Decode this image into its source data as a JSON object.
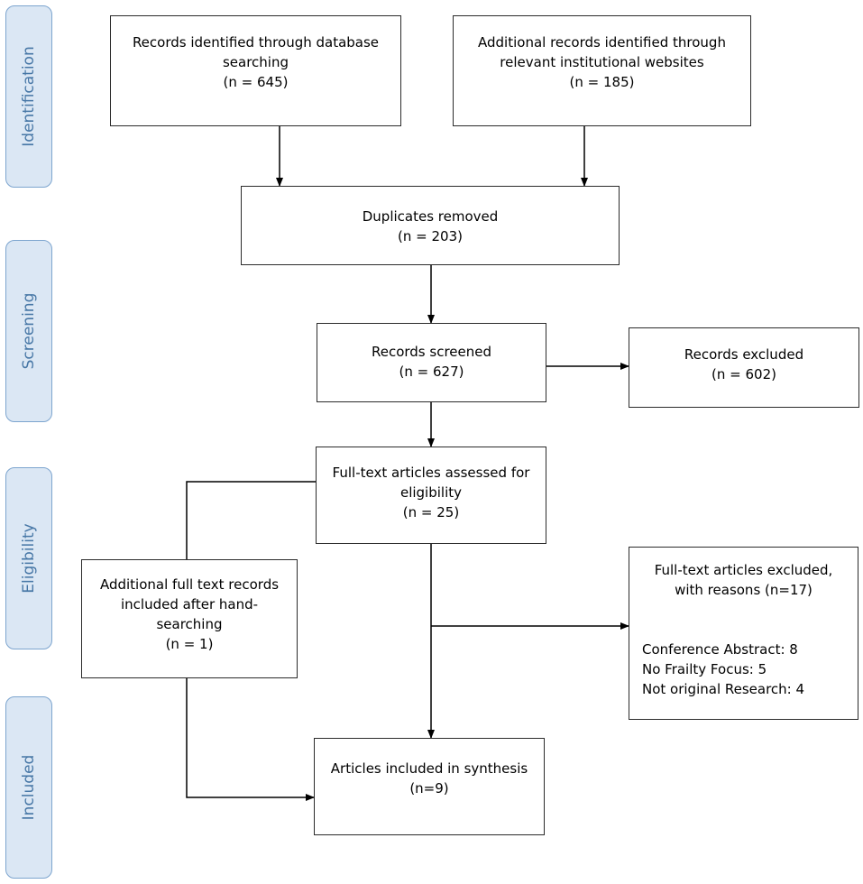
{
  "phases": {
    "identification": "Identification",
    "screening": "Screening",
    "eligibility": "Eligibility",
    "included": "Included"
  },
  "boxes": {
    "database_records": {
      "line1": "Records identified through database",
      "line2": "searching",
      "count": "(n = 645)"
    },
    "additional_records": {
      "line1": "Additional records identified through",
      "line2": "relevant institutional websites",
      "count": "(n = 185)"
    },
    "duplicates_removed": {
      "title": "Duplicates removed",
      "count": "(n = 203)"
    },
    "records_screened": {
      "title": "Records screened",
      "count": "(n = 627)"
    },
    "records_excluded": {
      "title": "Records excluded",
      "count": "(n = 602)"
    },
    "fulltext_assessed": {
      "line1": "Full-text articles assessed for",
      "line2": "eligibility",
      "count": "(n = 25)"
    },
    "hand_searching": {
      "line1": "Additional full text records",
      "line2": "included after hand-",
      "line3": "searching",
      "count": "(n = 1)"
    },
    "fulltext_excluded": {
      "line1": "Full-text articles excluded,",
      "line2": "with reasons (n=17)",
      "reasons": [
        "Conference Abstract: 8",
        "No Frailty Focus: 5",
        "Not original Research: 4"
      ]
    },
    "included_synthesis": {
      "title": "Articles included in synthesis",
      "count": "(n=9)"
    }
  }
}
